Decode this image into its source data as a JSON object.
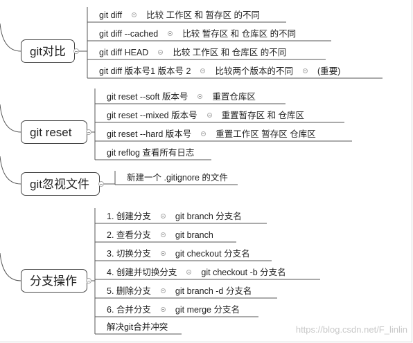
{
  "topics": [
    {
      "label": "git对比",
      "items": [
        [
          {
            "t": "git diff"
          },
          {
            "icon": "note-marker-icon"
          },
          {
            "t": "比较  工作区 和 暂存区   的不同"
          }
        ],
        [
          {
            "t": "git diff  --cached"
          },
          {
            "icon": "note-marker-icon"
          },
          {
            "t": "比较  暂存区  和 仓库区  的不同"
          }
        ],
        [
          {
            "t": "git diff  HEAD"
          },
          {
            "icon": "note-marker-icon"
          },
          {
            "t": "比较  工作区  和  仓库区  的不同"
          }
        ],
        [
          {
            "t": "git diff  版本号1   版本号 2"
          },
          {
            "icon": "note-marker-icon"
          },
          {
            "t": "比较两个版本的不同"
          },
          {
            "icon": "note-marker-icon"
          },
          {
            "t": "(重要)"
          }
        ]
      ]
    },
    {
      "label": "git reset",
      "items": [
        [
          {
            "t": "git reset --soft  版本号"
          },
          {
            "icon": "note-marker-icon"
          },
          {
            "t": "重置仓库区"
          }
        ],
        [
          {
            "t": "git reset  --mixed  版本号"
          },
          {
            "icon": "note-marker-icon"
          },
          {
            "t": "重置暂存区  和  仓库区"
          }
        ],
        [
          {
            "t": "git reset  --hard  版本号"
          },
          {
            "icon": "note-marker-icon"
          },
          {
            "t": "重置工作区 暂存区  仓库区"
          }
        ],
        [
          {
            "t": "git reflog 查看所有日志"
          }
        ]
      ]
    },
    {
      "label": "git忽视文件",
      "items": [
        [
          {
            "t": "新建一个 .gitignore 的文件"
          }
        ]
      ]
    },
    {
      "label": "分支操作",
      "items": [
        [
          {
            "t": "1. 创建分支"
          },
          {
            "icon": "note-marker-icon"
          },
          {
            "t": "git branch  分支名"
          }
        ],
        [
          {
            "t": "2. 查看分支"
          },
          {
            "icon": "note-marker-icon"
          },
          {
            "t": "git branch"
          }
        ],
        [
          {
            "t": "3. 切换分支"
          },
          {
            "icon": "note-marker-icon"
          },
          {
            "t": "git checkout 分支名"
          }
        ],
        [
          {
            "t": "4. 创建并切换分支"
          },
          {
            "icon": "note-marker-icon"
          },
          {
            "t": "git checkout  -b  分支名"
          }
        ],
        [
          {
            "t": "5. 删除分支"
          },
          {
            "icon": "note-marker-icon"
          },
          {
            "t": "git branch -d 分支名"
          }
        ],
        [
          {
            "t": "6. 合并分支"
          },
          {
            "icon": "note-marker-icon"
          },
          {
            "t": "git merge 分支名"
          }
        ],
        [
          {
            "t": "解决git合并冲突"
          }
        ]
      ]
    }
  ],
  "watermark": "https://blog.csdn.net/F_linlin"
}
